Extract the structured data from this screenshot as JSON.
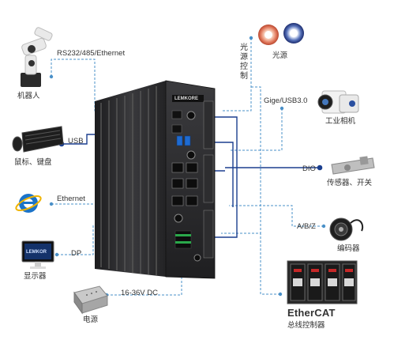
{
  "links": {
    "rs232": "RS232/485/Ethernet",
    "usb": "USB",
    "ethernet": "Ethernet",
    "dp": "DP",
    "power": "16-36V DC",
    "light_ctrl": "光源控制",
    "gige": "Gige/USB3.0",
    "dio": "DIO",
    "abz": "A/B/Z"
  },
  "devices": {
    "robot": "机器人",
    "mouse_kb": "鼠标、键盘",
    "display": "显示器",
    "power_supply": "电源",
    "light": "光源",
    "camera": "工业相机",
    "sensor": "传感器、开关",
    "encoder": "编码器",
    "controller": "总线控制器"
  },
  "product": {
    "brand": "LEMKORE",
    "monitor_brand": "LEMKOR",
    "ethercat": "EtherCAT"
  },
  "colors": {
    "dashed_line": "#4a90c8",
    "solid_line": "#1b3f8f",
    "device_body": "#2a2a2c"
  }
}
